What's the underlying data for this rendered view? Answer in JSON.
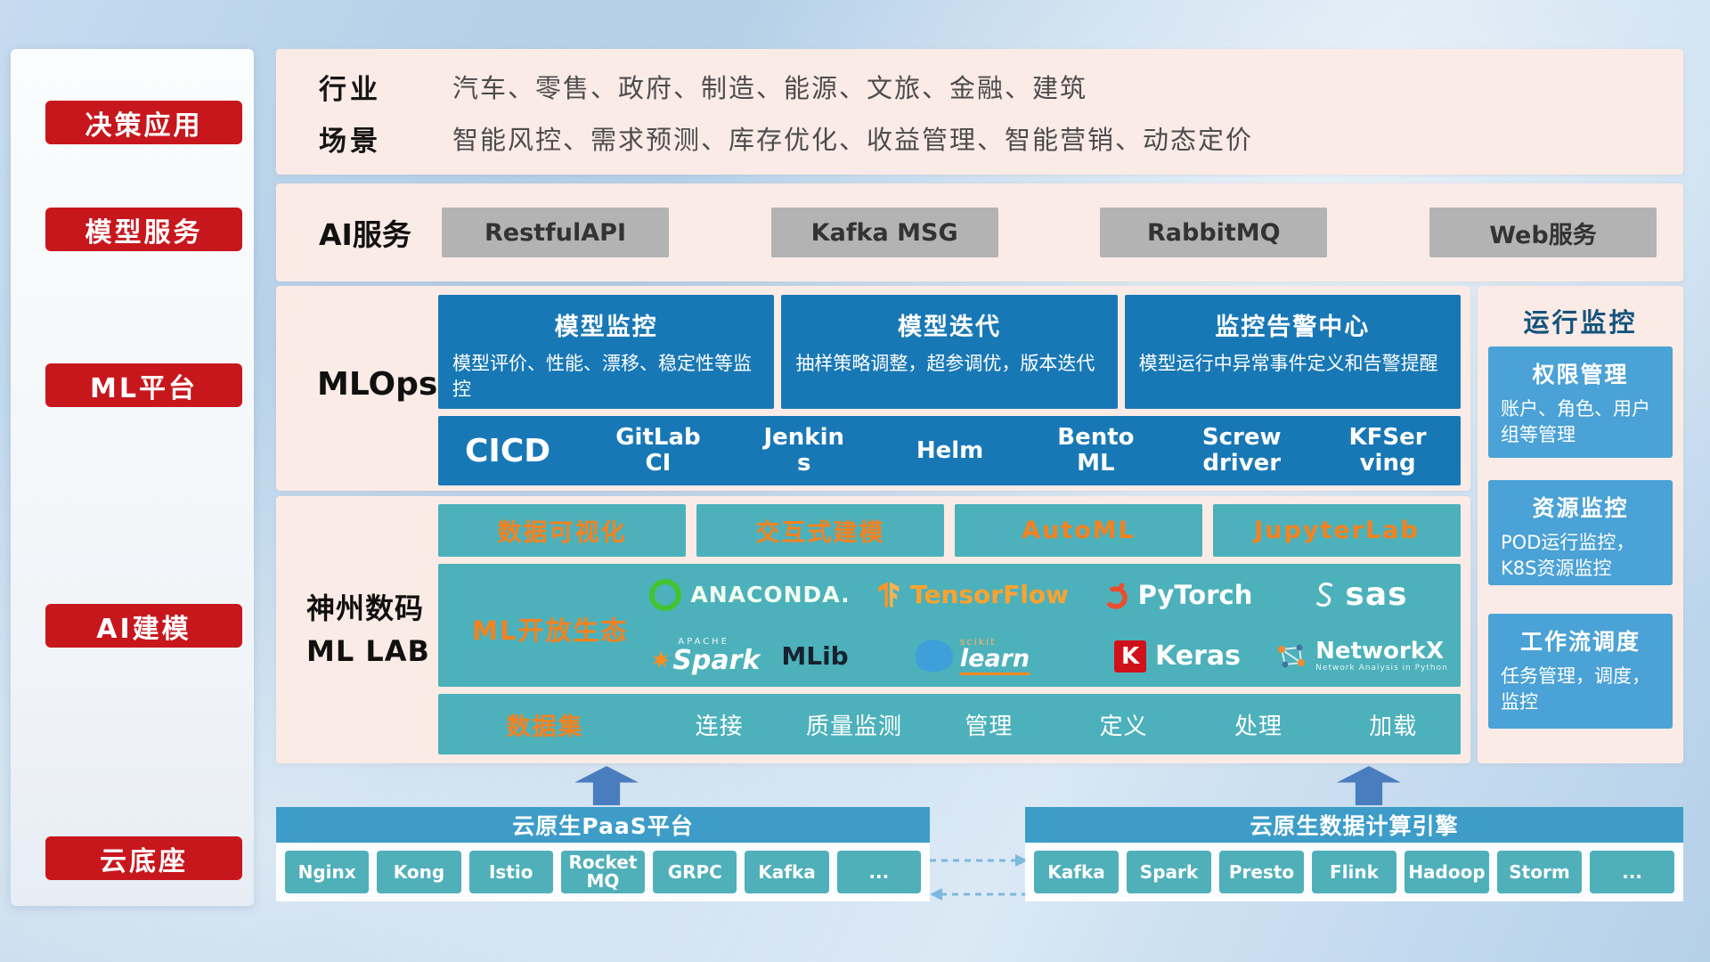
{
  "colors": {
    "accent_red": "#c8161d",
    "panel_pink": "#fbebe6",
    "primary_blue": "#1878b6",
    "teal": "#4cb1bb",
    "monitor_card_blue": "#4aa2d6",
    "bottom_bar_blue": "#3d9dc8",
    "chip_teal": "#4fb0ba",
    "orange_accent": "#f5821f"
  },
  "sidebar": {
    "items": [
      {
        "label": "决策应用"
      },
      {
        "label": "模型服务"
      },
      {
        "label": "ML平台"
      },
      {
        "label": "AI建模"
      },
      {
        "label": "云底座"
      }
    ]
  },
  "industry": {
    "row1_label": "行业",
    "row1_value": "汽车、零售、政府、制造、能源、文旅、金融、建筑",
    "row2_label": "场景",
    "row2_value": "智能风控、需求预测、库存优化、收益管理、智能营销、动态定价"
  },
  "ai_service": {
    "label": "AI服务",
    "services": [
      "RestfulAPI",
      "Kafka MSG",
      "RabbitMQ",
      "Web服务"
    ]
  },
  "mlops": {
    "label": "MLOps",
    "cards": [
      {
        "title": "模型监控",
        "desc": "模型评价、性能、漂移、稳定性等监控"
      },
      {
        "title": "模型迭代",
        "desc": "抽样策略调整，超参调优，版本迭代"
      },
      {
        "title": "监控告警中心",
        "desc": "模型运行中异常事件定义和告警提醒"
      }
    ],
    "cicd_label": "CICD",
    "cicd_tools": [
      "GitLab CI",
      "Jenkins",
      "Helm",
      "BentoML",
      "Screwdriver",
      "KFServing"
    ]
  },
  "mllab": {
    "label_line1": "神州数码",
    "label_line2": "ML LAB",
    "tools": [
      "数据可视化",
      "交互式建模",
      "AutoML",
      "JupyterLab"
    ],
    "eco": {
      "label": "ML开放生态",
      "anaconda": "ANACONDA.",
      "tensorflow": "TensorFlow",
      "pytorch": "PyTorch",
      "sas": "sas",
      "apache": "APACHE",
      "spark": "Spark",
      "mlib": "MLib",
      "scikit_top": "scikit",
      "scikit_main": "learn",
      "keras_k": "K",
      "keras": "Keras",
      "networkx": "NetworkX",
      "networkx_sub": "Network Analysis in Python"
    },
    "dataset": {
      "label": "数据集",
      "items": [
        "连接",
        "质量监测",
        "管理",
        "定义",
        "处理",
        "加载"
      ]
    }
  },
  "monitor": {
    "title": "运行监控",
    "cards": [
      {
        "title": "权限管理",
        "desc": "账户、角色、用户组等管理"
      },
      {
        "title": "资源监控",
        "desc": "POD运行监控，K8S资源监控"
      },
      {
        "title": "工作流调度",
        "desc": "任务管理，调度，监控"
      }
    ]
  },
  "bottom": {
    "paas": {
      "title": "云原生PaaS平台",
      "items": [
        "Nginx",
        "Kong",
        "Istio",
        "RocketMQ",
        "GRPC",
        "Kafka",
        "..."
      ]
    },
    "engine": {
      "title": "云原生数据计算引擎",
      "items": [
        "Kafka",
        "Spark",
        "Presto",
        "Flink",
        "Hadoop",
        "Storm",
        "..."
      ]
    }
  }
}
